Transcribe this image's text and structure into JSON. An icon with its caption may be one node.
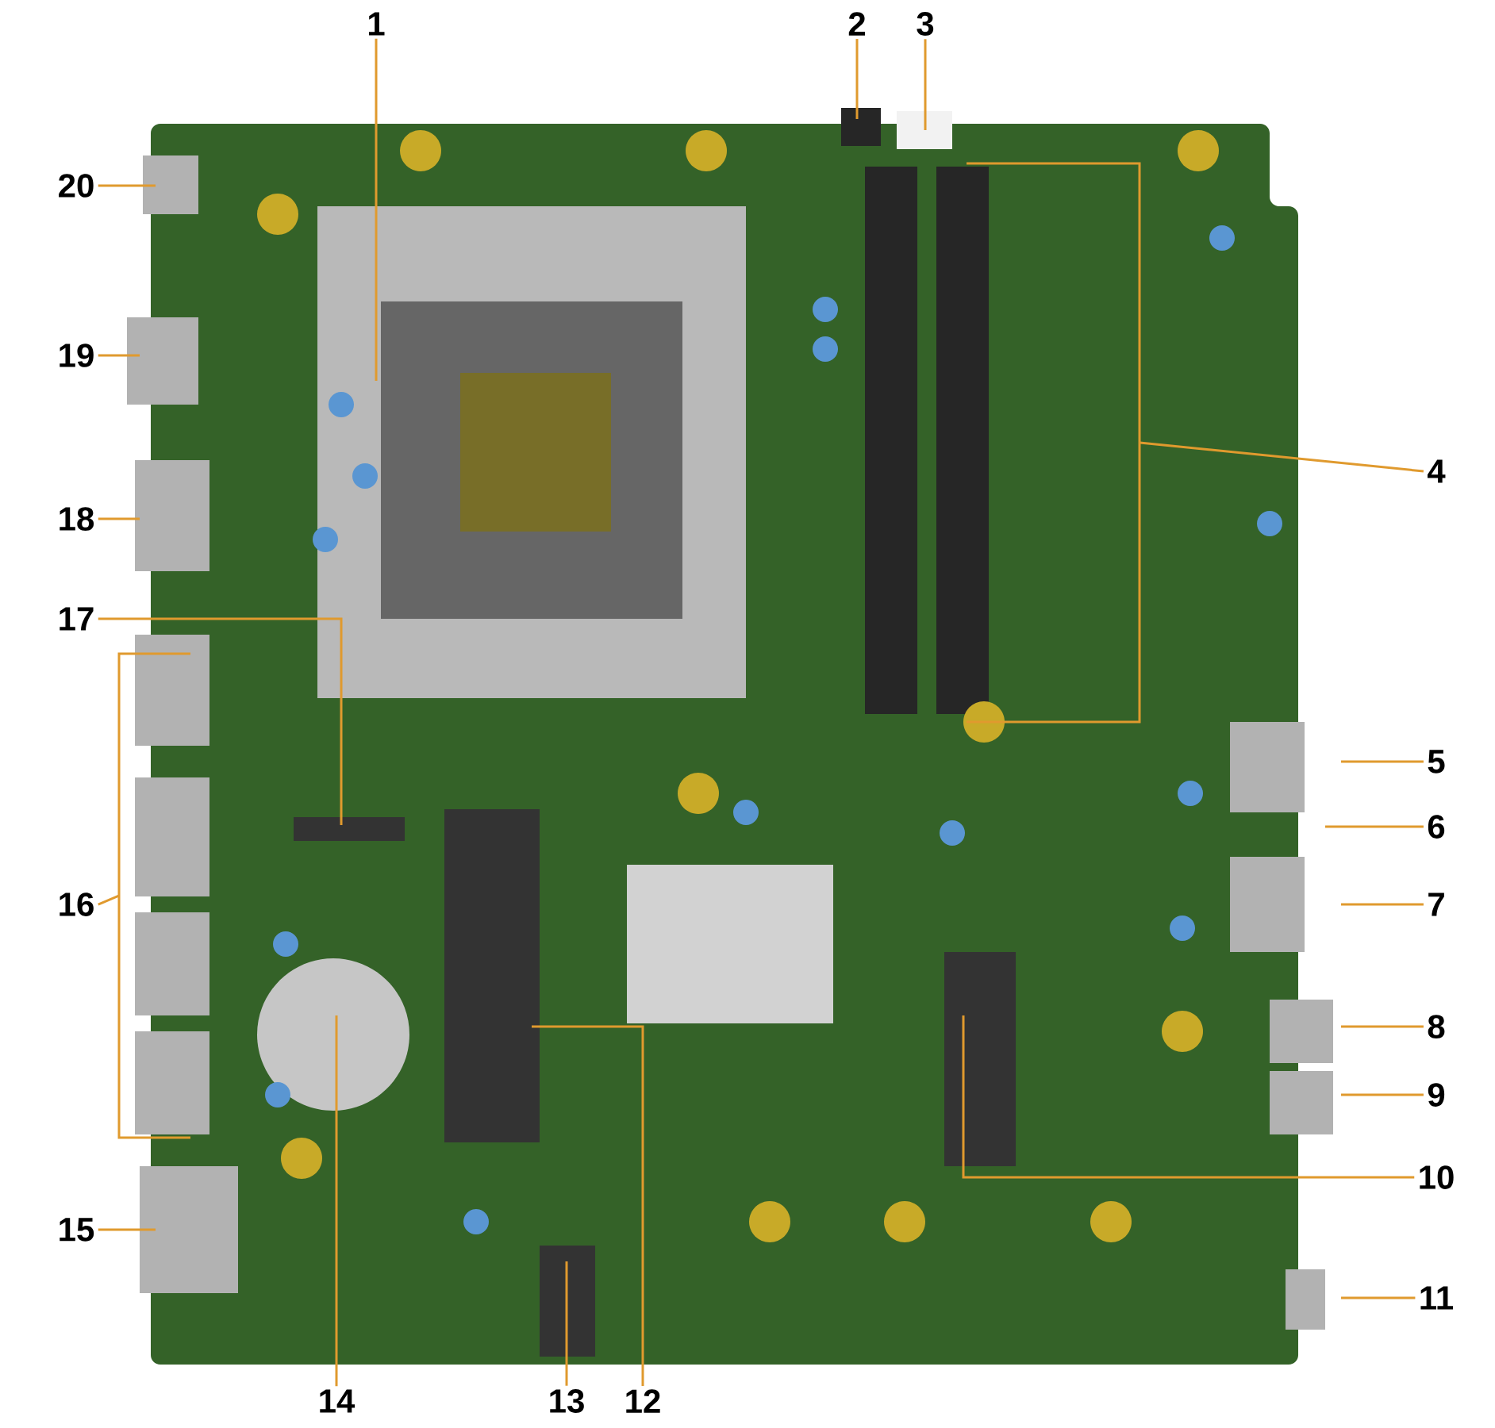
{
  "diagram": {
    "nodes": [
      {
        "text": [
          "1"
        ]
      },
      {
        "text": [
          "2"
        ]
      },
      {
        "text": [
          "3"
        ]
      },
      {
        "text": [
          "4"
        ]
      },
      {
        "text": [
          "5"
        ]
      },
      {
        "text": [
          "6"
        ]
      },
      {
        "text": [
          "7"
        ]
      },
      {
        "text": [
          "8"
        ]
      },
      {
        "text": [
          "9"
        ]
      },
      {
        "text": [
          "10"
        ]
      },
      {
        "text": [
          "11"
        ]
      },
      {
        "text": [
          "12"
        ]
      },
      {
        "text": [
          "13"
        ]
      },
      {
        "text": [
          "14"
        ]
      },
      {
        "text": [
          "15"
        ]
      },
      {
        "text": [
          "16"
        ]
      },
      {
        "text": [
          "17"
        ]
      },
      {
        "text": [
          "18"
        ]
      },
      {
        "text": [
          "19"
        ]
      },
      {
        "text": [
          "20"
        ]
      },
      {
        "text": [],
        "shape": "bracket"
      },
      {
        "text": [],
        "shape": "bracket"
      }
    ],
    "edges": [
      {
        "from": 0,
        "to": null,
        "arrow": "none"
      },
      {
        "from": 1,
        "to": null,
        "arrow": "none"
      },
      {
        "from": 2,
        "to": null,
        "arrow": "none"
      },
      {
        "from": 3,
        "to": 20,
        "arrow": "none"
      },
      {
        "from": 4,
        "to": null,
        "arrow": "none"
      },
      {
        "from": 5,
        "to": null,
        "arrow": "none"
      },
      {
        "from": 6,
        "to": null,
        "arrow": "none"
      },
      {
        "from": 7,
        "to": null,
        "arrow": "none"
      },
      {
        "from": 8,
        "to": null,
        "arrow": "none"
      },
      {
        "from": 9,
        "to": null,
        "arrow": "none"
      },
      {
        "from": 10,
        "to": null,
        "arrow": "none"
      },
      {
        "from": 11,
        "to": null,
        "arrow": "none"
      },
      {
        "from": 12,
        "to": null,
        "arrow": "none"
      },
      {
        "from": 13,
        "to": null,
        "arrow": "none"
      },
      {
        "from": 14,
        "to": null,
        "arrow": "none"
      },
      {
        "from": 15,
        "to": 21,
        "arrow": "none"
      },
      {
        "from": 16,
        "to": null,
        "arrow": "none"
      },
      {
        "from": 17,
        "to": null,
        "arrow": "none"
      },
      {
        "from": 18,
        "to": null,
        "arrow": "none"
      },
      {
        "from": 19,
        "to": null,
        "arrow": "none"
      }
    ]
  }
}
